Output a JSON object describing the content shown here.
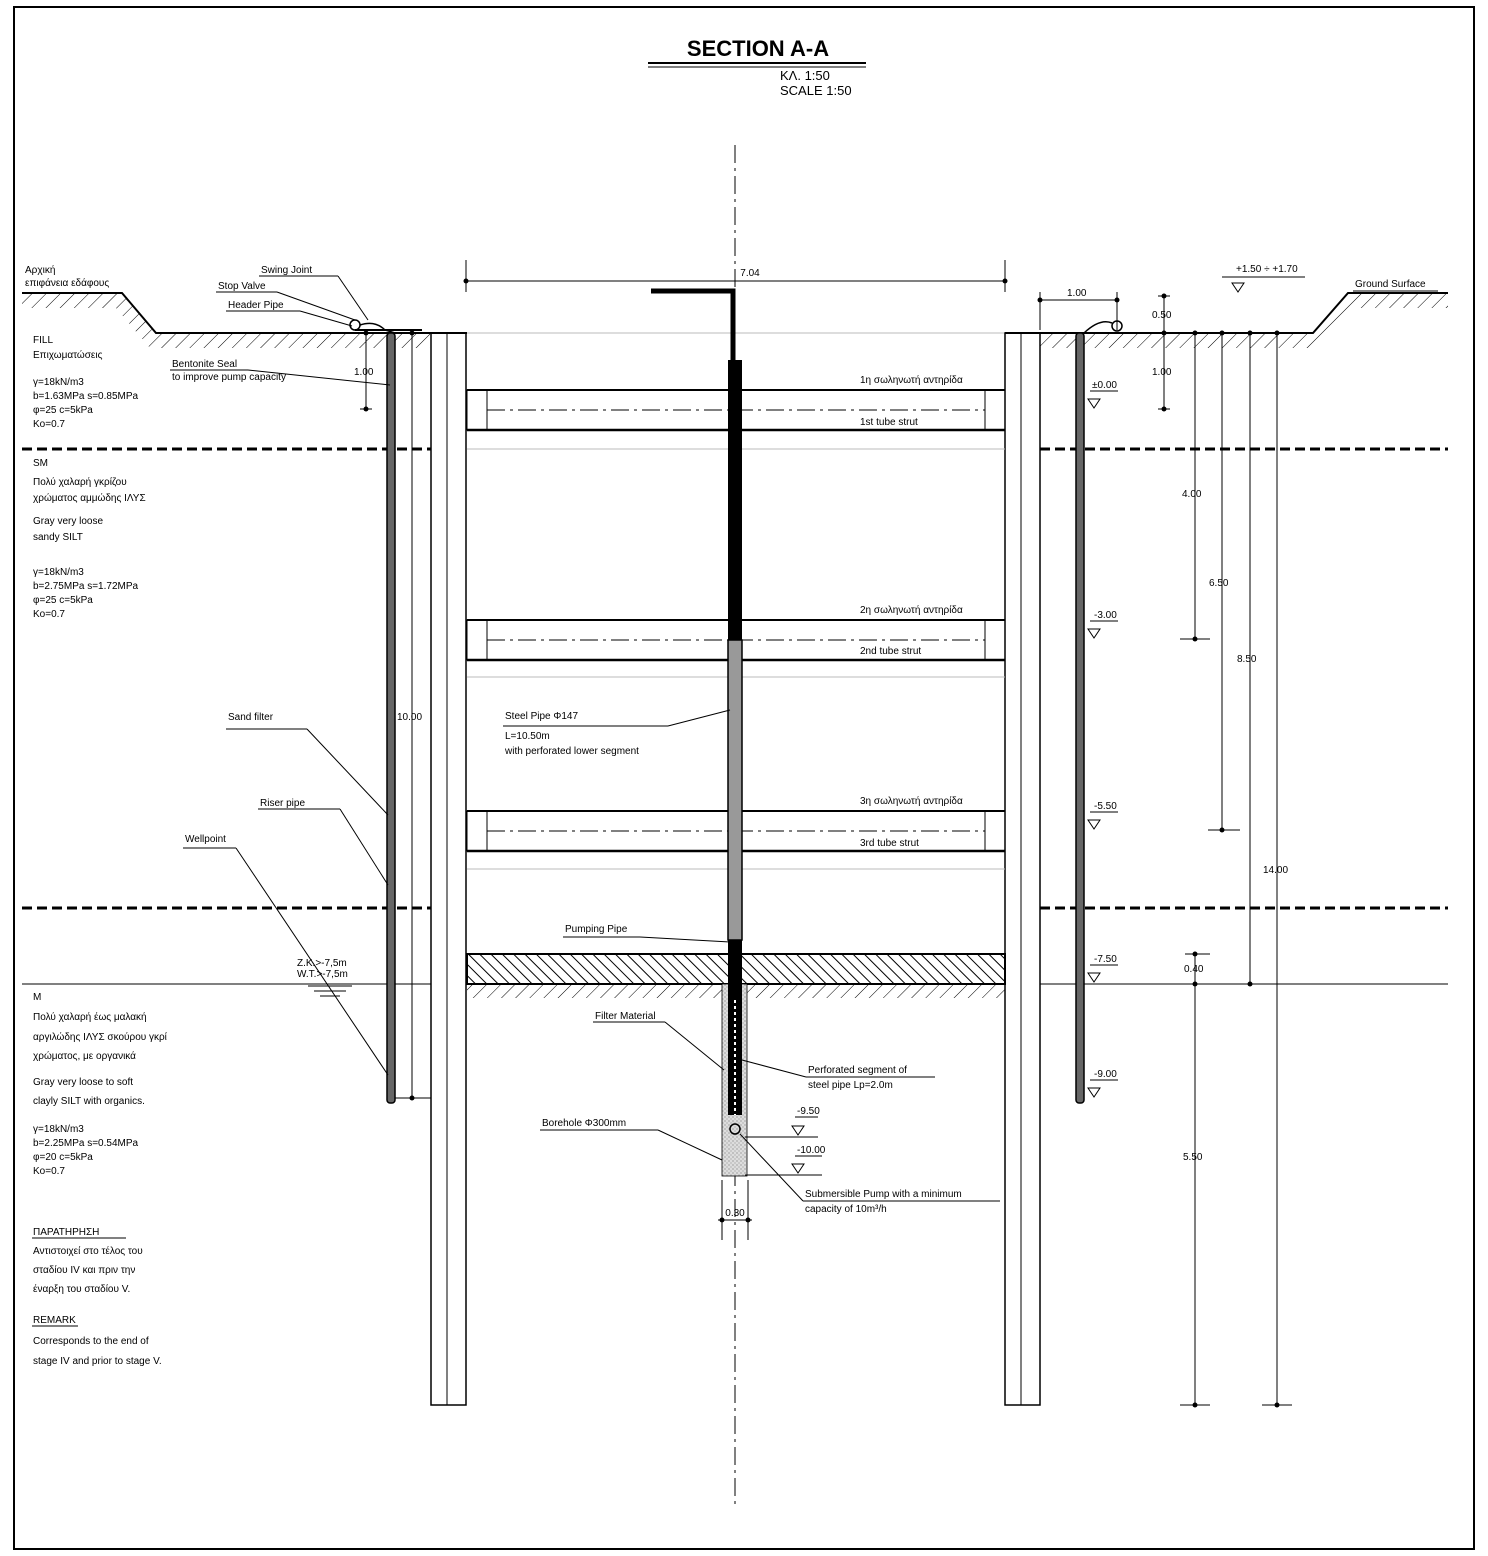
{
  "title": "SECTION A-A",
  "scale_gr": "ΚΛ. 1:50",
  "scale_en": "SCALE 1:50",
  "left_labels": {
    "ground_gr_1": "Αρχική",
    "ground_gr_2": "επιφάνεια εδάφους",
    "swing_joint": "Swing Joint",
    "stop_valve": "Stop Valve",
    "header_pipe": "Header Pipe",
    "bentonite_1": "Bentonite Seal",
    "bentonite_2": "to improve pump capacity",
    "sand_filter": "Sand filter",
    "riser_pipe": "Riser pipe",
    "wellpoint": "Wellpoint",
    "zk": "Z.K.>-7,5m",
    "wt": "W.T.>-7,5m"
  },
  "layers": {
    "fill": [
      "FILL",
      "Επιχωματώσεις",
      "γ=18kN/m3",
      "b=1.63MPa  s=0.85MPa",
      "φ=25          c=5kPa",
      "Ko=0.7"
    ],
    "sm": [
      "SM",
      "Πολύ χαλαρή γκρίζου",
      "χρώματος αμμώδης ΙΛΥΣ",
      "Gray very loose",
      "sandy SILT",
      "γ=18kN/m3",
      "b=2.75MPa  s=1.72MPa",
      "φ=25          c=5kPa",
      "Ko=0.7"
    ],
    "m": [
      "M",
      "Πολύ χαλαρή έως μαλακή",
      "αργιλώδης ΙΛΥΣ σκούρου γκρί",
      "χρώματος, με οργανικά",
      "Gray very loose to soft",
      "clayly SILT with organics.",
      "γ=18kN/m3",
      "b=2.25MPa  s=0.54MPa",
      "φ=20          c=5kPa",
      "Ko=0.7"
    ]
  },
  "remarks": {
    "gr_title": "ΠΑΡΑΤΗΡΗΣΗ",
    "gr_lines": [
      "Αντιστοιχεί στο τέλος του",
      "σταδίου IV και πριν την",
      "έναρξη του σταδίου V."
    ],
    "en_title": "REMARK",
    "en_lines": [
      "Corresponds to the end of",
      "stage IV and prior to stage V."
    ]
  },
  "struts": [
    {
      "gr": "1η σωληνωτή αντηρίδα",
      "en": "1st tube strut"
    },
    {
      "gr": "2η σωληνωτή αντηρίδα",
      "en": "2nd tube strut"
    },
    {
      "gr": "3η σωληνωτή αντηρίδα",
      "en": "3rd tube strut"
    }
  ],
  "center_labels": {
    "steel_pipe": "Steel Pipe Φ147",
    "length": "L=10.50m",
    "perforated_note": "with perforated lower segment",
    "pumping_pipe": "Pumping Pipe",
    "filter_material": "Filter Material",
    "perf_seg_1": "Perforated segment of",
    "perf_seg_2": "steel pipe Lp=2.0m",
    "borehole": "Borehole Φ300mm",
    "pump_1": "Submersible Pump with a minimum",
    "pump_2": "capacity of 10m³/h"
  },
  "right_labels": {
    "ground_surface": "Ground Surface",
    "elev_range": "+1.50 ÷ +1.70"
  },
  "dimensions": {
    "width": "7.04",
    "left_depth": "10.00",
    "left_seal": "1.00",
    "right_offset": "1.00",
    "d050": "0.50",
    "d100": "1.00",
    "d400": "4.00",
    "d650": "6.50",
    "d850": "8.50",
    "d1400": "14.00",
    "d040": "0.40",
    "d550": "5.50",
    "d030": "0.30"
  },
  "levels": {
    "l0": "±0.00",
    "l3": "-3.00",
    "l55": "-5.50",
    "l75": "-7.50",
    "l9": "-9.00",
    "l95": "-9.50",
    "l10": "-10.00"
  }
}
